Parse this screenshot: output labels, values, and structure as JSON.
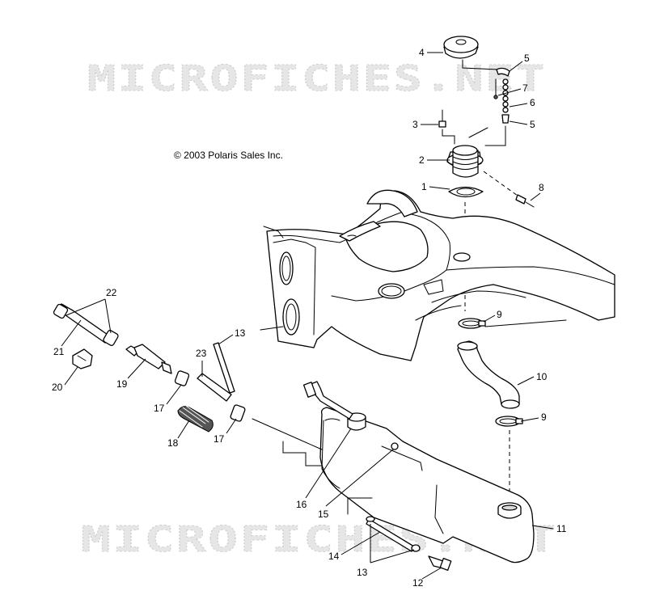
{
  "copyright": "© 2003 Polaris Sales Inc.",
  "watermark": "MICROFICHES.NET",
  "callouts": [
    "4",
    "5",
    "7",
    "6",
    "3",
    "5",
    "2",
    "1",
    "8",
    "9",
    "10",
    "9",
    "11",
    "12",
    "13",
    "14",
    "15",
    "16",
    "22",
    "21",
    "20",
    "19",
    "17",
    "18",
    "17",
    "23",
    "13"
  ],
  "colors": {
    "line": "#000000",
    "watermark": "#e6e6e6",
    "background": "#ffffff"
  }
}
